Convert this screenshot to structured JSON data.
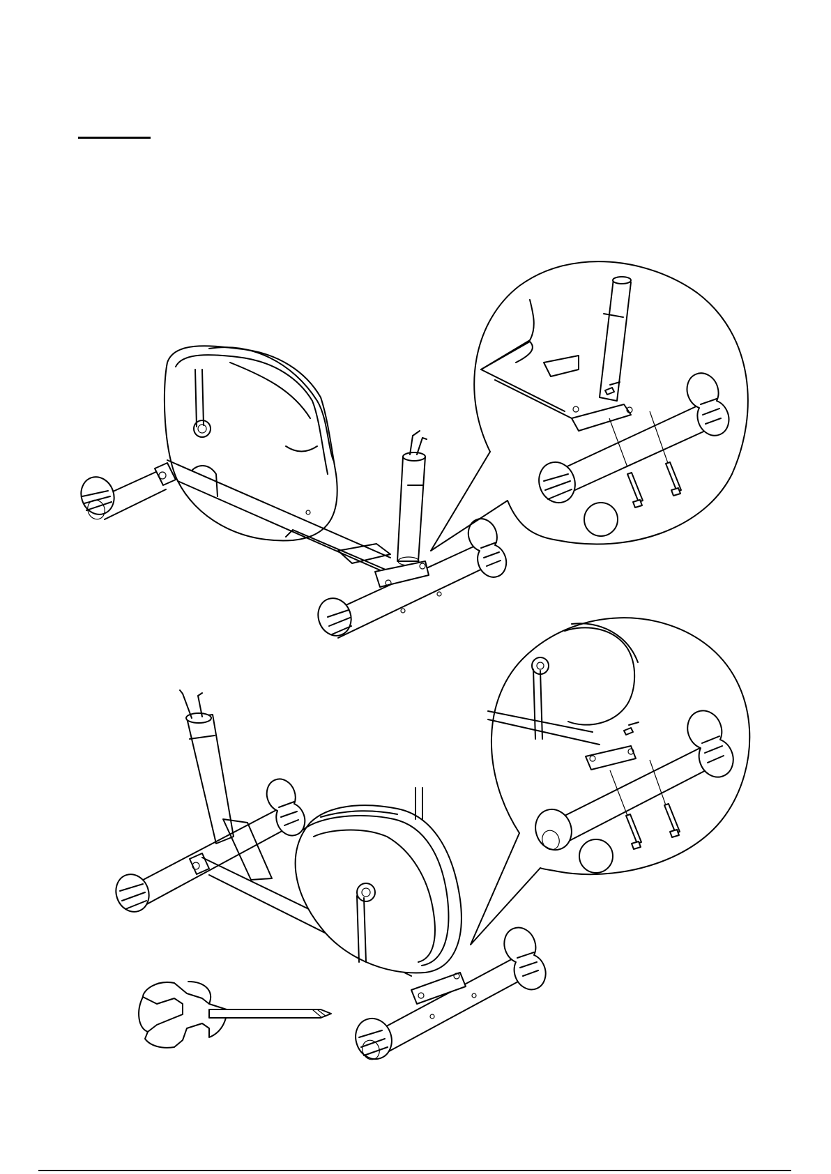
{
  "page": {
    "step_heading": ""
  },
  "figures": {
    "upper": {
      "subject": "rear-stabilizer-assembly",
      "detail_marker": ""
    },
    "lower": {
      "subject": "front-stabilizer-assembly",
      "detail_marker": ""
    },
    "tool": {
      "subject": "multi-wrench"
    }
  }
}
